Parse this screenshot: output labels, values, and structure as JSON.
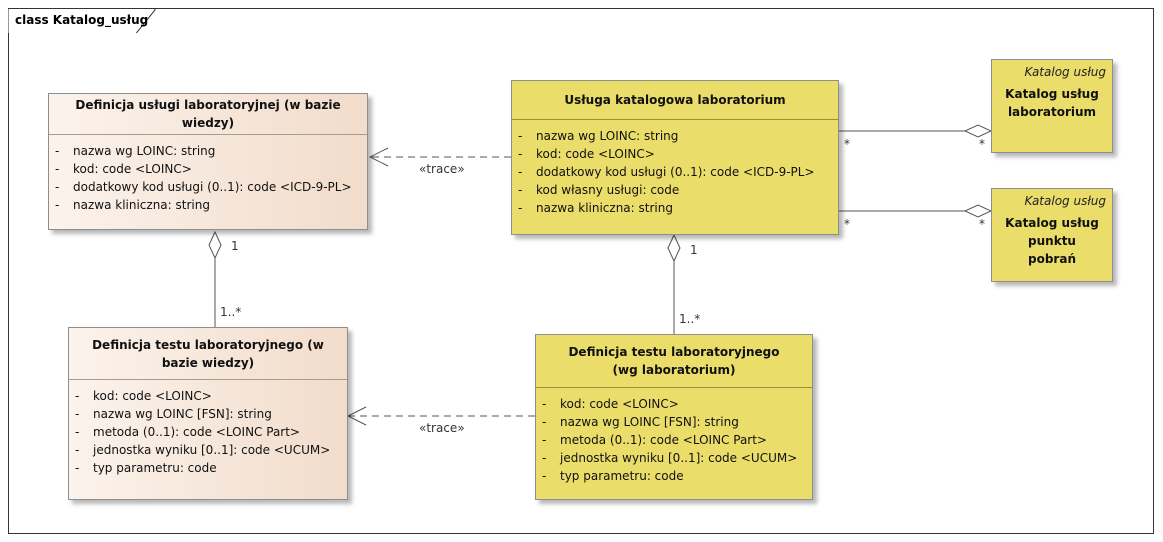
{
  "frame": {
    "title": "class Katalog_usług"
  },
  "classes": {
    "def_uslugi": {
      "title": "Definicja usługi laboratoryjnej (w bazie wiedzy)",
      "attributes": [
        {
          "vis": "-",
          "text": "nazwa wg LOINC: string"
        },
        {
          "vis": "-",
          "text": "kod: code <LOINC>"
        },
        {
          "vis": "-",
          "text": "dodatkowy kod usługi (0..1): code <ICD-9-PL>"
        },
        {
          "vis": "-",
          "text": "nazwa kliniczna: string"
        }
      ]
    },
    "usluga_kat": {
      "title": "Usługa katalogowa laboratorium",
      "attributes": [
        {
          "vis": "-",
          "text": "nazwa wg LOINC: string"
        },
        {
          "vis": "-",
          "text": "kod: code <LOINC>"
        },
        {
          "vis": "-",
          "text": "dodatkowy kod usługi (0..1): code <ICD-9-PL>"
        },
        {
          "vis": "-",
          "text": "kod własny usługi: code"
        },
        {
          "vis": "-",
          "text": "nazwa kliniczna: string"
        }
      ]
    },
    "def_testu_bw": {
      "title": "Definicja testu laboratoryjnego (w bazie wiedzy)",
      "attributes": [
        {
          "vis": "-",
          "text": "kod: code <LOINC>"
        },
        {
          "vis": "-",
          "text": "nazwa wg LOINC [FSN]: string"
        },
        {
          "vis": "-",
          "text": "metoda (0..1): code <LOINC Part>"
        },
        {
          "vis": "-",
          "text": "jednostka wyniku [0..1]: code <UCUM>"
        },
        {
          "vis": "-",
          "text": "typ parametru: code"
        }
      ]
    },
    "def_testu_lab": {
      "title": "Definicja testu laboratoryjnego (wg laboratorium)",
      "attributes": [
        {
          "vis": "-",
          "text": "kod: code <LOINC>"
        },
        {
          "vis": "-",
          "text": "nazwa wg LOINC [FSN]: string"
        },
        {
          "vis": "-",
          "text": "metoda (0..1): code <LOINC Part>"
        },
        {
          "vis": "-",
          "text": "jednostka wyniku [0..1]: code <UCUM>"
        },
        {
          "vis": "-",
          "text": "typ parametru: code"
        }
      ]
    },
    "katalog_lab": {
      "stereotype": "Katalog usług",
      "title": "Katalog usług laboratorium"
    },
    "katalog_pp": {
      "stereotype": "Katalog usług",
      "title": "Katalog usług punktu pobrań"
    }
  },
  "relations": {
    "trace_top": {
      "label": "«trace»"
    },
    "trace_bottom": {
      "label": "«trace»"
    },
    "agg_left": {
      "source_mult": "1",
      "target_mult": "1..*"
    },
    "agg_right": {
      "source_mult": "1",
      "target_mult": "1..*"
    },
    "agg_kat_lab": {
      "source_mult": "*",
      "target_mult": "*"
    },
    "agg_kat_pp": {
      "source_mult": "*",
      "target_mult": "*"
    }
  },
  "colors": {
    "yellow_fill": "#ebdd6a",
    "beige_fill": "#f6e6d8",
    "line": "#555555"
  }
}
